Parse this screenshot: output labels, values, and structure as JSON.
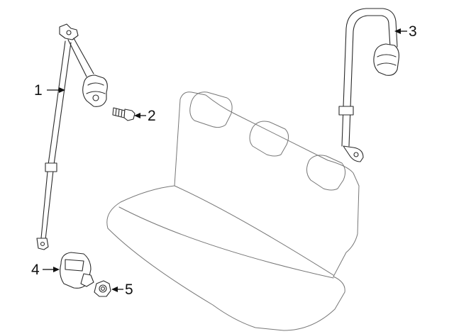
{
  "callouts": [
    {
      "id": "1",
      "label": "1"
    },
    {
      "id": "2",
      "label": "2"
    },
    {
      "id": "3",
      "label": "3"
    },
    {
      "id": "4",
      "label": "4"
    },
    {
      "id": "5",
      "label": "5"
    }
  ],
  "colors": {
    "line": "#2a2a2a",
    "seat_line": "#777777",
    "background": "#ffffff"
  }
}
